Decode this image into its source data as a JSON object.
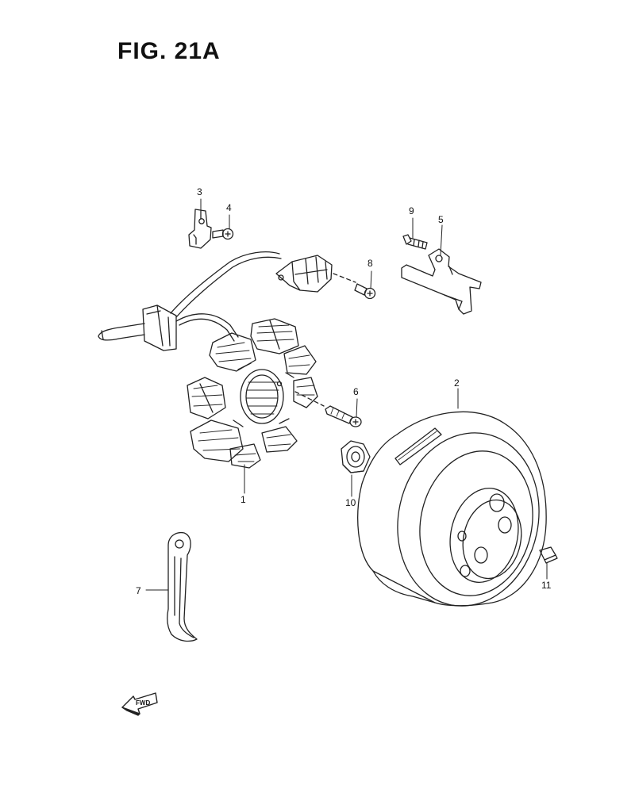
{
  "figure": {
    "title": "FIG. 21A"
  },
  "callouts": {
    "p1": "1",
    "p2": "2",
    "p3": "3",
    "p4": "4",
    "p5": "5",
    "p6": "6",
    "p7": "7",
    "p8": "8",
    "p9": "9",
    "p10": "10",
    "p11": "11"
  },
  "direction_badge": {
    "label": "FWD"
  },
  "colors": {
    "line": "#222222",
    "background": "#ffffff"
  }
}
